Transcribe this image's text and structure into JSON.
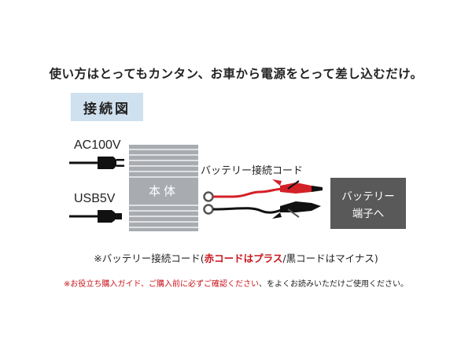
{
  "headline": "使い方はとってもカンタン、お車から電源をとって差し込むだけ。",
  "diagram": {
    "title": "接続図",
    "ac_label": "AC100V",
    "usb_label": "USB5V",
    "cord_label": "バッテリー接続コード",
    "body_label": "本体",
    "terminal_line_1": "バッテリー",
    "terminal_line_2": "端子へ"
  },
  "note": {
    "prefix": "※バッテリー接続コード(",
    "red_text": "赤コードはプラス",
    "suffix": "/黒コードはマイナス)"
  },
  "caution": {
    "red_text": "※お役立ち購入ガイド、ご購入前に必ずご確認ください",
    "dark_text": "、をよくお読みいただけご使用ください。"
  },
  "colors": {
    "title_box": "#cfe0ee",
    "body_gray": "#a8acb0",
    "terminal_box": "#595959",
    "red_cord": "#d42027",
    "accent_red": "#c8161d"
  }
}
